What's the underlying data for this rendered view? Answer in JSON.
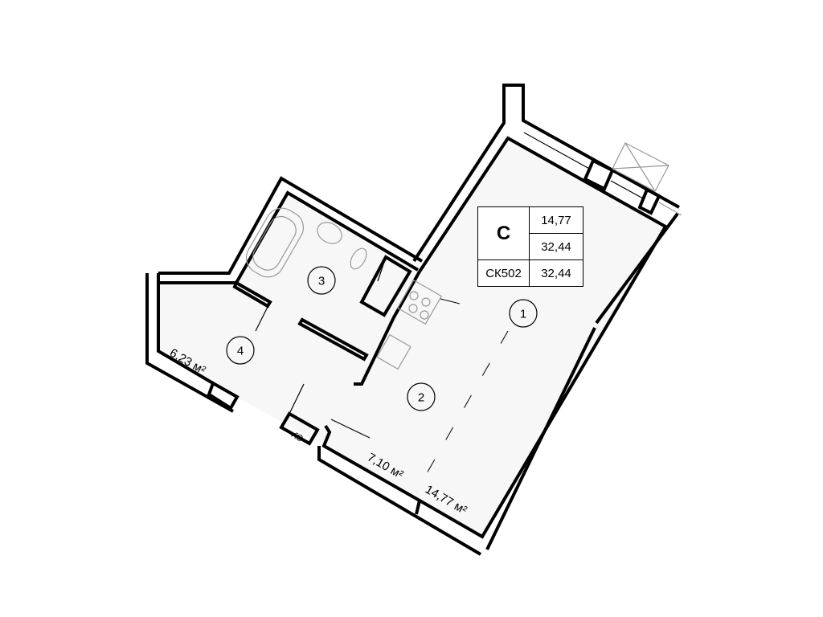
{
  "summary_table": {
    "type_letter": "С",
    "living_area": "14,77",
    "total_area": "32,44",
    "unit_code": "СК502",
    "unit_area": "32,44"
  },
  "rooms": [
    {
      "number": "1",
      "area": "14,77 м²"
    },
    {
      "number": "2",
      "area": "7,10 м²"
    },
    {
      "number": "3",
      "area": ""
    },
    {
      "number": "4",
      "area": "6,23 м²"
    }
  ],
  "shaft_label": "СУ",
  "colors": {
    "floor": "#f7f7f7",
    "walls": "#000000",
    "fixtures": "#999999"
  }
}
